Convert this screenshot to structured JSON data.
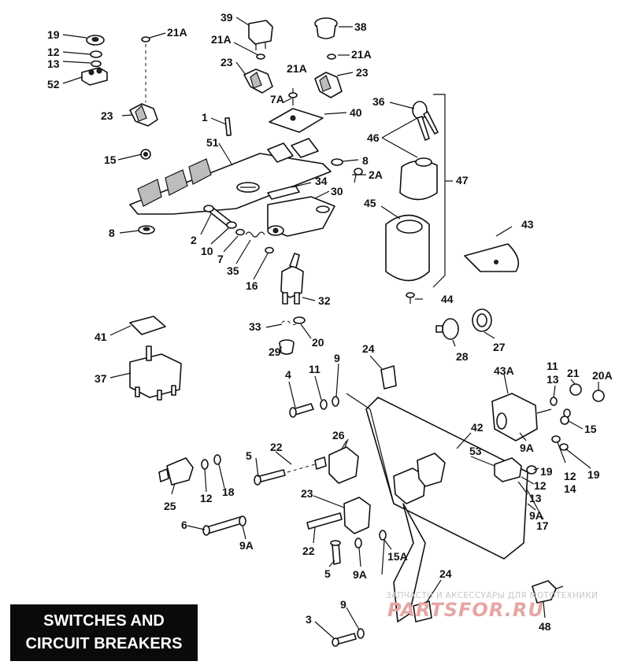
{
  "title": {
    "line1": "SWITCHES AND",
    "line2": "CIRCUIT BREAKERS"
  },
  "watermark": {
    "top": "ЗАПЧАСТИ И АКСЕССУАРЫ ДЛЯ МОТОТЕХНИКИ",
    "logo": "PARTSFOR.RU"
  },
  "callouts": [
    {
      "id": "19",
      "text": "19"
    },
    {
      "id": "12",
      "text": "12"
    },
    {
      "id": "13",
      "text": "13"
    },
    {
      "id": "52",
      "text": "52"
    },
    {
      "id": "21A-a",
      "text": "21A"
    },
    {
      "id": "39",
      "text": "39"
    },
    {
      "id": "21A-b",
      "text": "21A"
    },
    {
      "id": "38",
      "text": "38"
    },
    {
      "id": "21A-c",
      "text": "21A"
    },
    {
      "id": "23-a",
      "text": "23"
    },
    {
      "id": "23-b",
      "text": "23"
    },
    {
      "id": "21A-d",
      "text": "21A"
    },
    {
      "id": "7A",
      "text": "7A"
    },
    {
      "id": "23-c",
      "text": "23"
    },
    {
      "id": "36",
      "text": "36"
    },
    {
      "id": "40",
      "text": "40"
    },
    {
      "id": "1",
      "text": "1"
    },
    {
      "id": "46",
      "text": "46"
    },
    {
      "id": "51",
      "text": "51"
    },
    {
      "id": "15-a",
      "text": "15"
    },
    {
      "id": "8-a",
      "text": "8"
    },
    {
      "id": "2A",
      "text": "2A"
    },
    {
      "id": "47",
      "text": "47"
    },
    {
      "id": "34",
      "text": "34"
    },
    {
      "id": "30",
      "text": "30"
    },
    {
      "id": "45",
      "text": "45"
    },
    {
      "id": "43",
      "text": "43"
    },
    {
      "id": "8-b",
      "text": "8"
    },
    {
      "id": "2",
      "text": "2"
    },
    {
      "id": "10",
      "text": "10"
    },
    {
      "id": "7",
      "text": "7"
    },
    {
      "id": "35",
      "text": "35"
    },
    {
      "id": "16",
      "text": "16"
    },
    {
      "id": "32",
      "text": "32"
    },
    {
      "id": "44",
      "text": "44"
    },
    {
      "id": "41",
      "text": "41"
    },
    {
      "id": "33",
      "text": "33"
    },
    {
      "id": "20-a",
      "text": "20"
    },
    {
      "id": "28",
      "text": "28"
    },
    {
      "id": "27",
      "text": "27"
    },
    {
      "id": "29",
      "text": "29"
    },
    {
      "id": "24-a",
      "text": "24"
    },
    {
      "id": "37",
      "text": "37"
    },
    {
      "id": "4",
      "text": "4"
    },
    {
      "id": "11-a",
      "text": "11"
    },
    {
      "id": "9-a",
      "text": "9"
    },
    {
      "id": "43A",
      "text": "43A"
    },
    {
      "id": "11-b",
      "text": "11"
    },
    {
      "id": "13-b",
      "text": "13"
    },
    {
      "id": "21",
      "text": "21"
    },
    {
      "id": "20A",
      "text": "20A"
    },
    {
      "id": "15-b",
      "text": "15"
    },
    {
      "id": "42",
      "text": "42"
    },
    {
      "id": "26",
      "text": "26"
    },
    {
      "id": "22-a",
      "text": "22"
    },
    {
      "id": "9A-a",
      "text": "9A"
    },
    {
      "id": "53",
      "text": "53"
    },
    {
      "id": "5-a",
      "text": "5"
    },
    {
      "id": "12-b",
      "text": "12"
    },
    {
      "id": "14",
      "text": "14"
    },
    {
      "id": "19-b",
      "text": "19"
    },
    {
      "id": "19-c",
      "text": "19"
    },
    {
      "id": "12-c",
      "text": "12"
    },
    {
      "id": "13-c",
      "text": "13"
    },
    {
      "id": "25",
      "text": "25"
    },
    {
      "id": "12-d",
      "text": "12"
    },
    {
      "id": "18",
      "text": "18"
    },
    {
      "id": "23-d",
      "text": "23"
    },
    {
      "id": "9A-b",
      "text": "9A"
    },
    {
      "id": "17",
      "text": "17"
    },
    {
      "id": "6",
      "text": "6"
    },
    {
      "id": "9A-c",
      "text": "9A"
    },
    {
      "id": "22-b",
      "text": "22"
    },
    {
      "id": "15A",
      "text": "15A"
    },
    {
      "id": "5-b",
      "text": "5"
    },
    {
      "id": "9A-d",
      "text": "9A"
    },
    {
      "id": "24-b",
      "text": "24"
    },
    {
      "id": "3",
      "text": "3"
    },
    {
      "id": "9-b",
      "text": "9"
    },
    {
      "id": "48",
      "text": "48"
    }
  ]
}
